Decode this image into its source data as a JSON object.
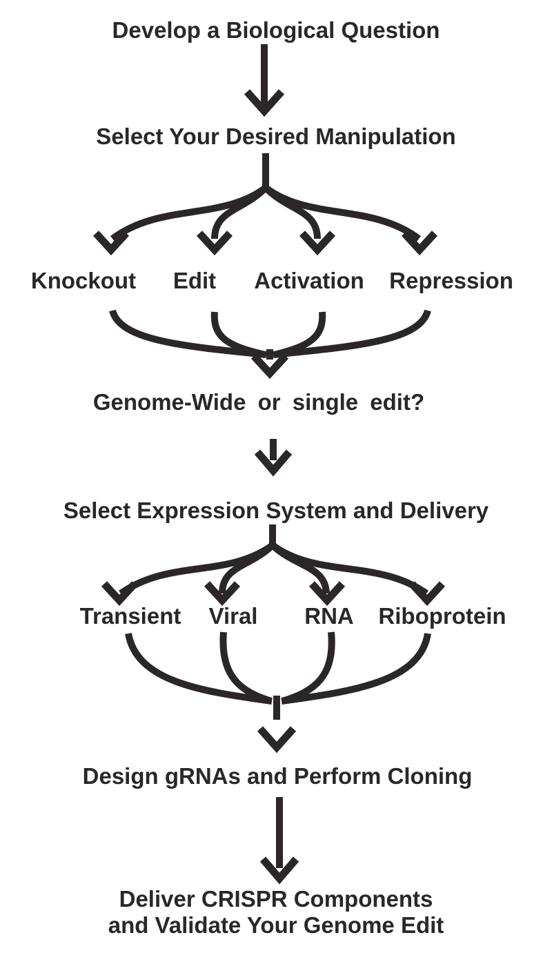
{
  "ink_color": "#2b2728",
  "background_color": "#ffffff",
  "steps": {
    "develop_question": "Develop a Biological Question",
    "select_manipulation": "Select Your Desired Manipulation",
    "genome_wide_or_single": "Genome-Wide or single edit?",
    "select_expression_delivery": "Select Expression System and Delivery",
    "design_grnas": "Design gRNAs and Perform Cloning",
    "deliver_line1": "Deliver CRISPR Components",
    "deliver_line2": "and Validate Your Genome Edit"
  },
  "manipulation_options": [
    {
      "label": "Knockout"
    },
    {
      "label": "Edit"
    },
    {
      "label": "Activation"
    },
    {
      "label": "Repression"
    }
  ],
  "delivery_options": [
    {
      "label": "Transient"
    },
    {
      "label": "Viral"
    },
    {
      "label": "RNA"
    },
    {
      "label": "Riboprotein"
    }
  ],
  "flow": [
    "Develop a Biological Question -> Select Your Desired Manipulation",
    "Select Your Desired Manipulation -> Knockout | Edit | Activation | Repression",
    "Knockout | Edit | Activation | Repression -> Genome-Wide or single edit?",
    "Genome-Wide or single edit? -> Select Expression System and Delivery",
    "Select Expression System and Delivery -> Transient | Viral | RNA | Riboprotein",
    "Transient | Viral | RNA | Riboprotein -> Design gRNAs and Perform Cloning",
    "Design gRNAs and Perform Cloning -> Deliver CRISPR Components and Validate Your Genome Edit"
  ]
}
